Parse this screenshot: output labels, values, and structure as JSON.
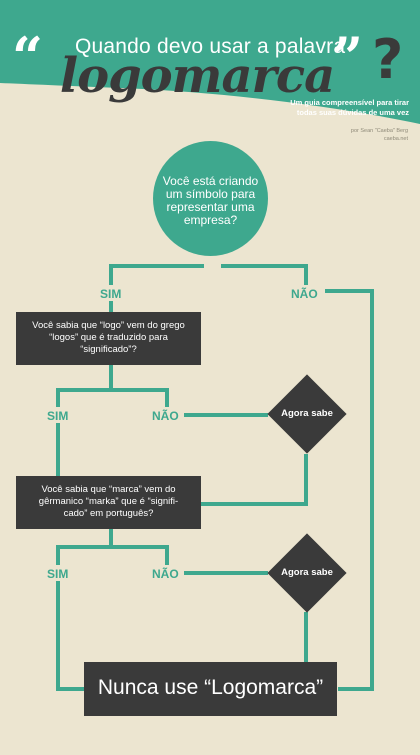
{
  "header": {
    "open_quote": "“",
    "title_line": "Quando devo usar a palavra",
    "word": "logomarca",
    "close_quote": "”",
    "question_mark": "?",
    "subtitle": [
      "Um guia compreensível para tirar",
      "todas suas dúvidas de uma vez"
    ],
    "credit": [
      "por Sean \"Caeba\" Berg",
      "caeba.net"
    ]
  },
  "flow": {
    "start_question": "Você está criando um símbolo para representar uma empresa?",
    "question_2": "Você sabia que “logo” vem do grego “logos” que é traduzido para “significado”?",
    "question_3": "Você sabia que “marca” vem do gêrmanico “marka” que é “signifi-cado” em português?",
    "outcome_1": "Agora sabe",
    "outcome_2": "Agora sabe",
    "final": "Nunca use “Logomarca”"
  },
  "labels": {
    "yes_1": "SIM",
    "no_1": "NÃO",
    "yes_2": "SIM",
    "no_2": "NÃO",
    "yes_3": "SIM",
    "no_3": "NÃO"
  },
  "colors": {
    "background": "#ece5d0",
    "accent": "#3ea88e",
    "dark": "#3a3a3a",
    "text_light": "#ffffff"
  }
}
